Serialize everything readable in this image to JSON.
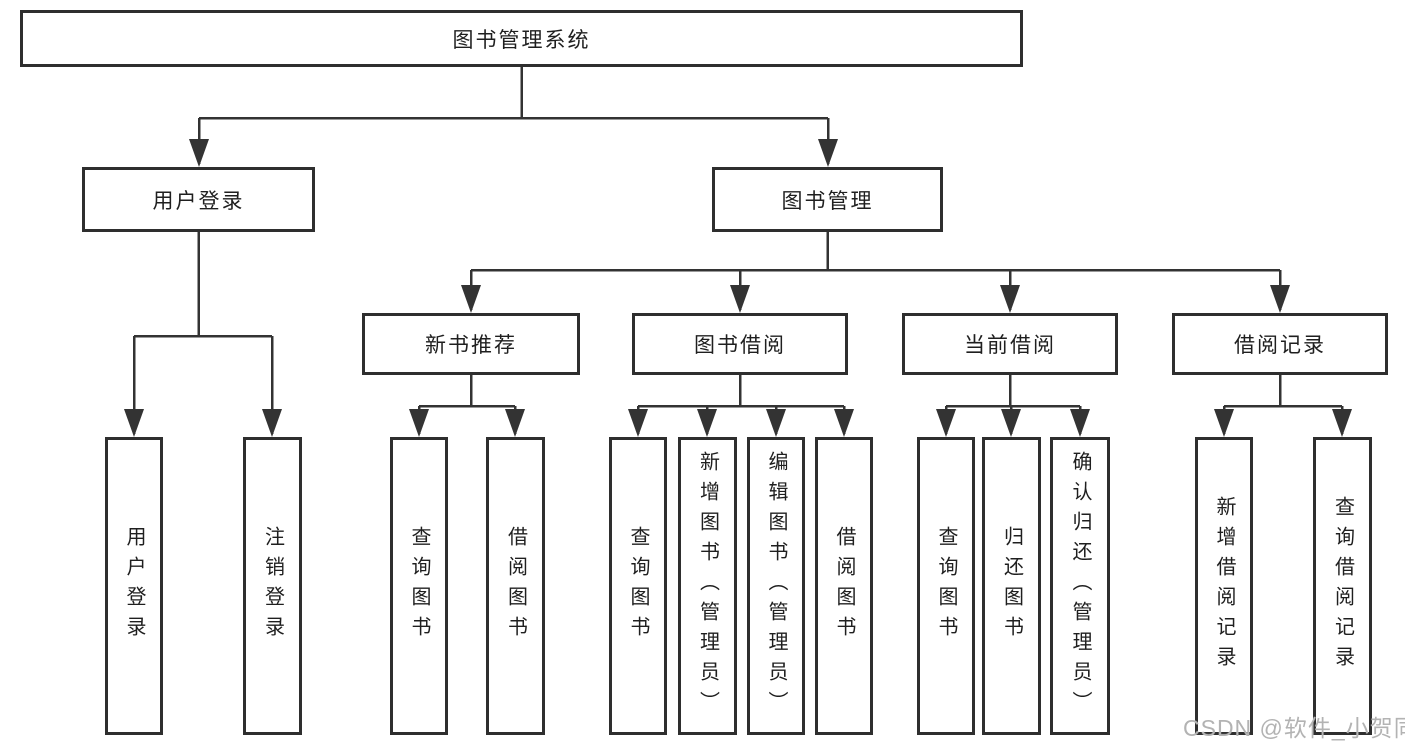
{
  "colors": {
    "line": "#333333",
    "box-border": "#2e2e2e",
    "text": "#1f1f1f",
    "watermark": "#b3b3b3",
    "background": "#ffffff"
  },
  "watermark": {
    "text": "CSDN @软件_小贺同学"
  },
  "tree": {
    "root": {
      "label": "图书管理系统",
      "children": [
        {
          "label": "用户登录",
          "children": [
            {
              "label": "用户登录"
            },
            {
              "label": "注销登录"
            }
          ]
        },
        {
          "label": "图书管理",
          "children": [
            {
              "label": "新书推荐",
              "children": [
                {
                  "label": "查询图书"
                },
                {
                  "label": "借阅图书"
                }
              ]
            },
            {
              "label": "图书借阅",
              "children": [
                {
                  "label": "查询图书"
                },
                {
                  "label": "新增图书（管理员）"
                },
                {
                  "label": "编辑图书（管理员）"
                },
                {
                  "label": "借阅图书"
                }
              ]
            },
            {
              "label": "当前借阅",
              "children": [
                {
                  "label": "查询图书"
                },
                {
                  "label": "归还图书"
                },
                {
                  "label": "确认归还（管理员）"
                }
              ]
            },
            {
              "label": "借阅记录",
              "children": [
                {
                  "label": "新增借阅记录"
                },
                {
                  "label": "查询借阅记录"
                }
              ]
            }
          ]
        }
      ]
    }
  }
}
